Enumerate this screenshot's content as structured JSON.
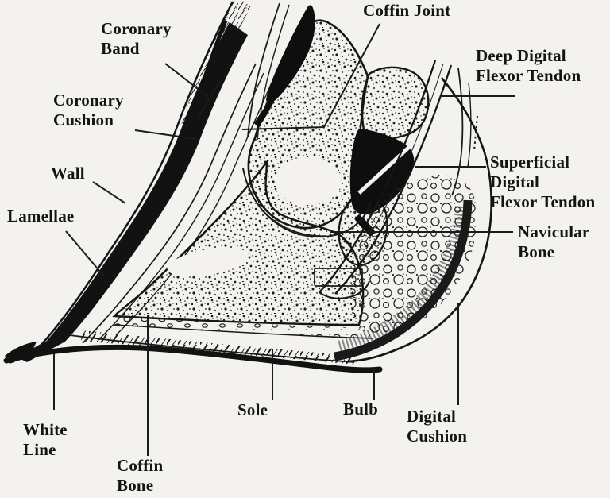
{
  "figure": {
    "type": "anatomical-line-diagram",
    "subject": "Sagittal cross-section of a horse hoof",
    "background_color": "#f4f2ee",
    "ink_color": "#151515"
  },
  "labels": {
    "coffin_joint": {
      "text": "Coffin Joint"
    },
    "coronary_band": {
      "text": "Coronary\nBand"
    },
    "deep_digital_flexor_tendon": {
      "text": "Deep Digital\nFlexor Tendon"
    },
    "coronary_cushion": {
      "text": "Coronary\nCushion"
    },
    "superficial_digital_flexor_tendon": {
      "text": "Superficial\nDigital\nFlexor Tendon"
    },
    "wall": {
      "text": "Wall"
    },
    "lamellae": {
      "text": "Lamellae"
    },
    "navicular_bone": {
      "text": "Navicular\nBone"
    },
    "white_line": {
      "text": "White\nLine"
    },
    "coffin_bone": {
      "text": "Coffin\nBone"
    },
    "sole": {
      "text": "Sole"
    },
    "bulb": {
      "text": "Bulb"
    },
    "digital_cushion": {
      "text": "Digital\nCushion"
    }
  }
}
